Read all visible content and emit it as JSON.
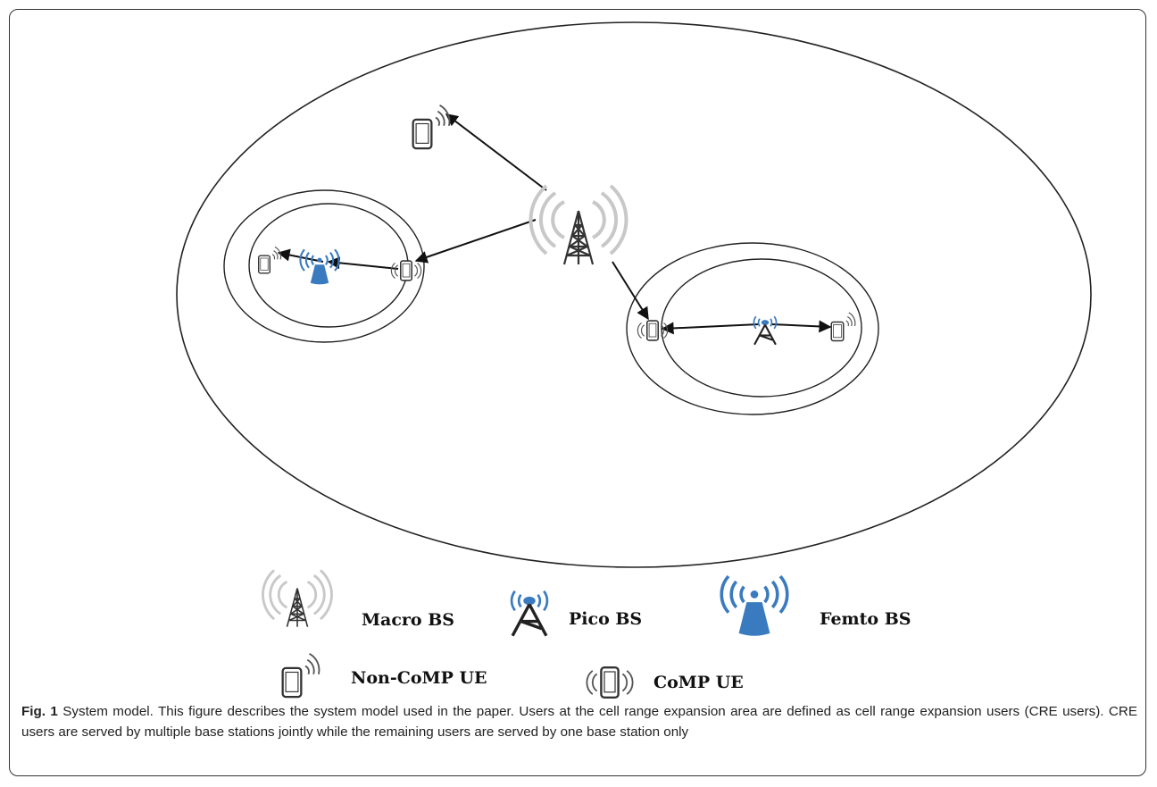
{
  "legend": {
    "macro_bs": "Macro BS",
    "pico_bs": "Pico BS",
    "femto_bs": "Femto BS",
    "non_comp_ue": "Non-CoMP UE",
    "comp_ue": "CoMP UE"
  },
  "caption": {
    "label": "Fig. 1",
    "text": "System model. This figure describes the system model used in the paper. Users at the cell range expansion area are defined as cell range expansion users (CRE users). CRE users are served by multiple base stations jointly while the remaining users are served by one base station only"
  },
  "colors": {
    "line": "#111111",
    "macro_wave": "#c8c8c8",
    "small_cell_blue": "#3a7bbf",
    "border": "#333333"
  },
  "icons": [
    "macro-tower-icon",
    "pico-tower-icon",
    "femto-antenna-icon",
    "phone-icon",
    "comp-phone-icon"
  ]
}
